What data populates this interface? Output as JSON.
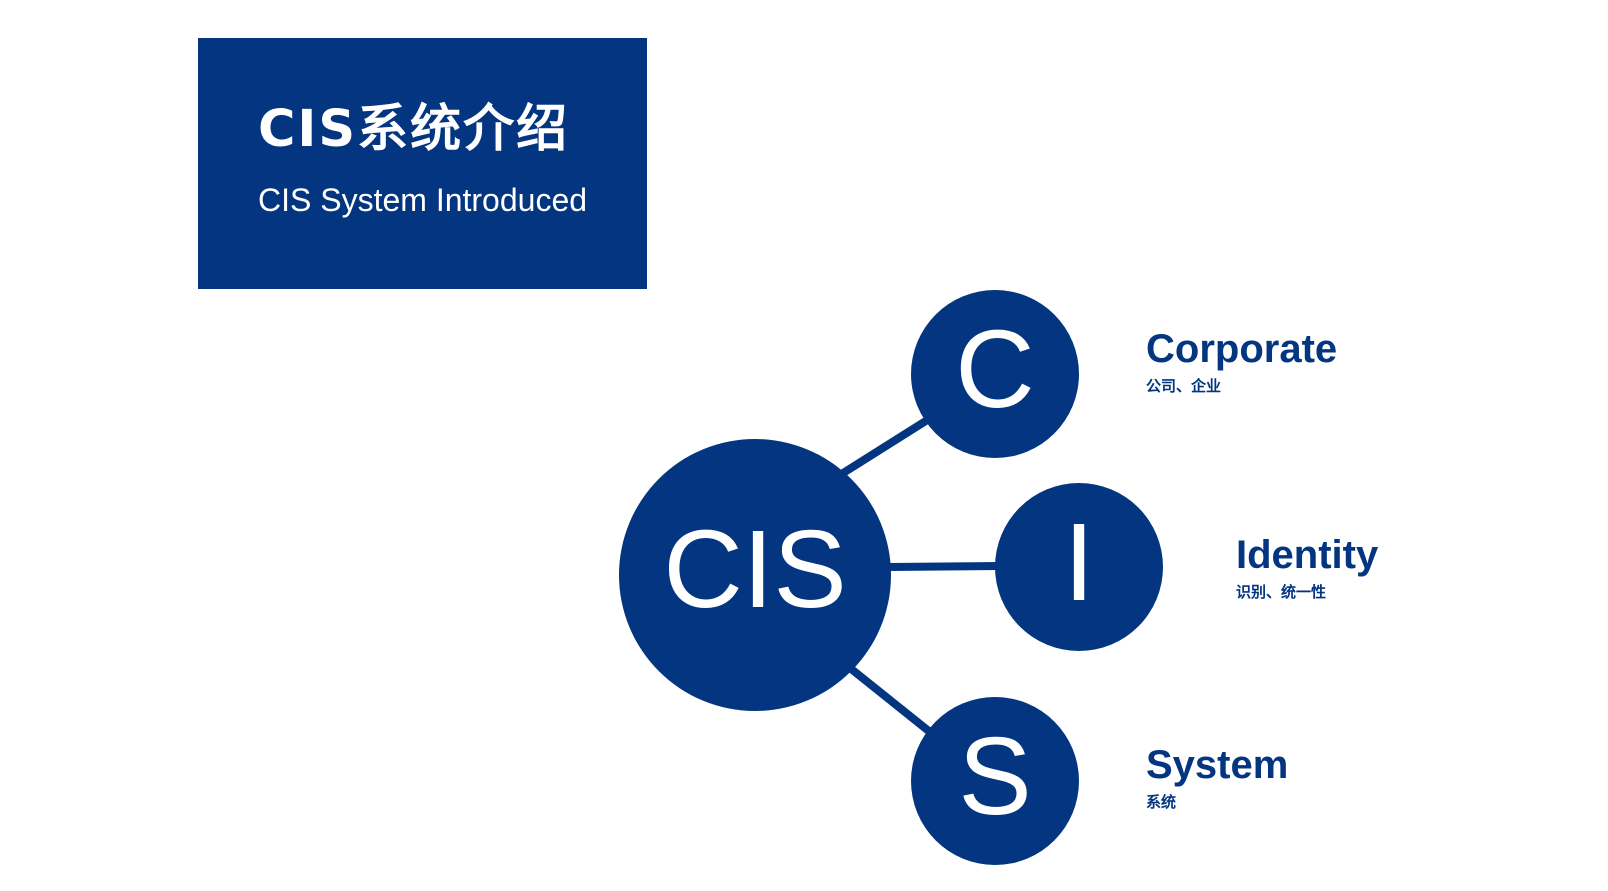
{
  "header": {
    "title_cn": "CIS系统介绍",
    "title_en": "CIS System Introduced"
  },
  "diagram": {
    "center_label": "CIS",
    "nodes": [
      {
        "letter": "C",
        "word": "Corporate",
        "meaning": "公司、企业"
      },
      {
        "letter": "I",
        "word": "Identity",
        "meaning": "识别、统一性"
      },
      {
        "letter": "S",
        "word": "System",
        "meaning": "系统"
      }
    ]
  },
  "colors": {
    "brand_blue": "#033580",
    "background": "#ffffff",
    "text_on_blue": "#ffffff"
  }
}
